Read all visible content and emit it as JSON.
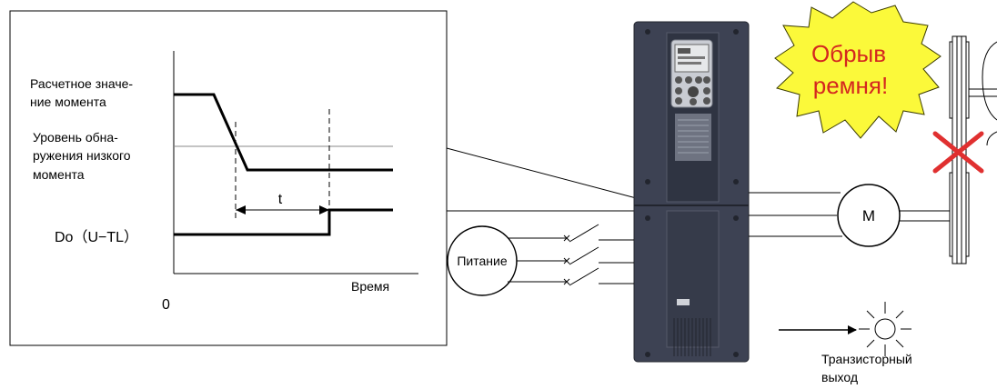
{
  "graph": {
    "label_torque_line1": "Расчетное значе-",
    "label_torque_line2": "ние момента",
    "label_level_line1": "Уровень обна-",
    "label_level_line2": "ружения низкого",
    "label_level_line3": "момента",
    "label_t": "t",
    "label_signal": "Do（U−TL）",
    "label_origin": "0",
    "label_time": "Время"
  },
  "motor": {
    "label": "M"
  },
  "power": {
    "label": "Питание"
  },
  "alert": {
    "line1": "Обрыв",
    "line2": "ремня!"
  },
  "output": {
    "line1": "Транзисторный",
    "line2": "выход"
  },
  "colors": {
    "burst_fill": "#fbf93a",
    "burst_text": "#d4261f",
    "cross": "#e03030",
    "inverter_body": "#3d4253",
    "inverter_panel": "#2f3442"
  },
  "icons": [
    "x-mark-icon",
    "lamp-icon",
    "arrow-right-icon",
    "keypad-icon"
  ]
}
